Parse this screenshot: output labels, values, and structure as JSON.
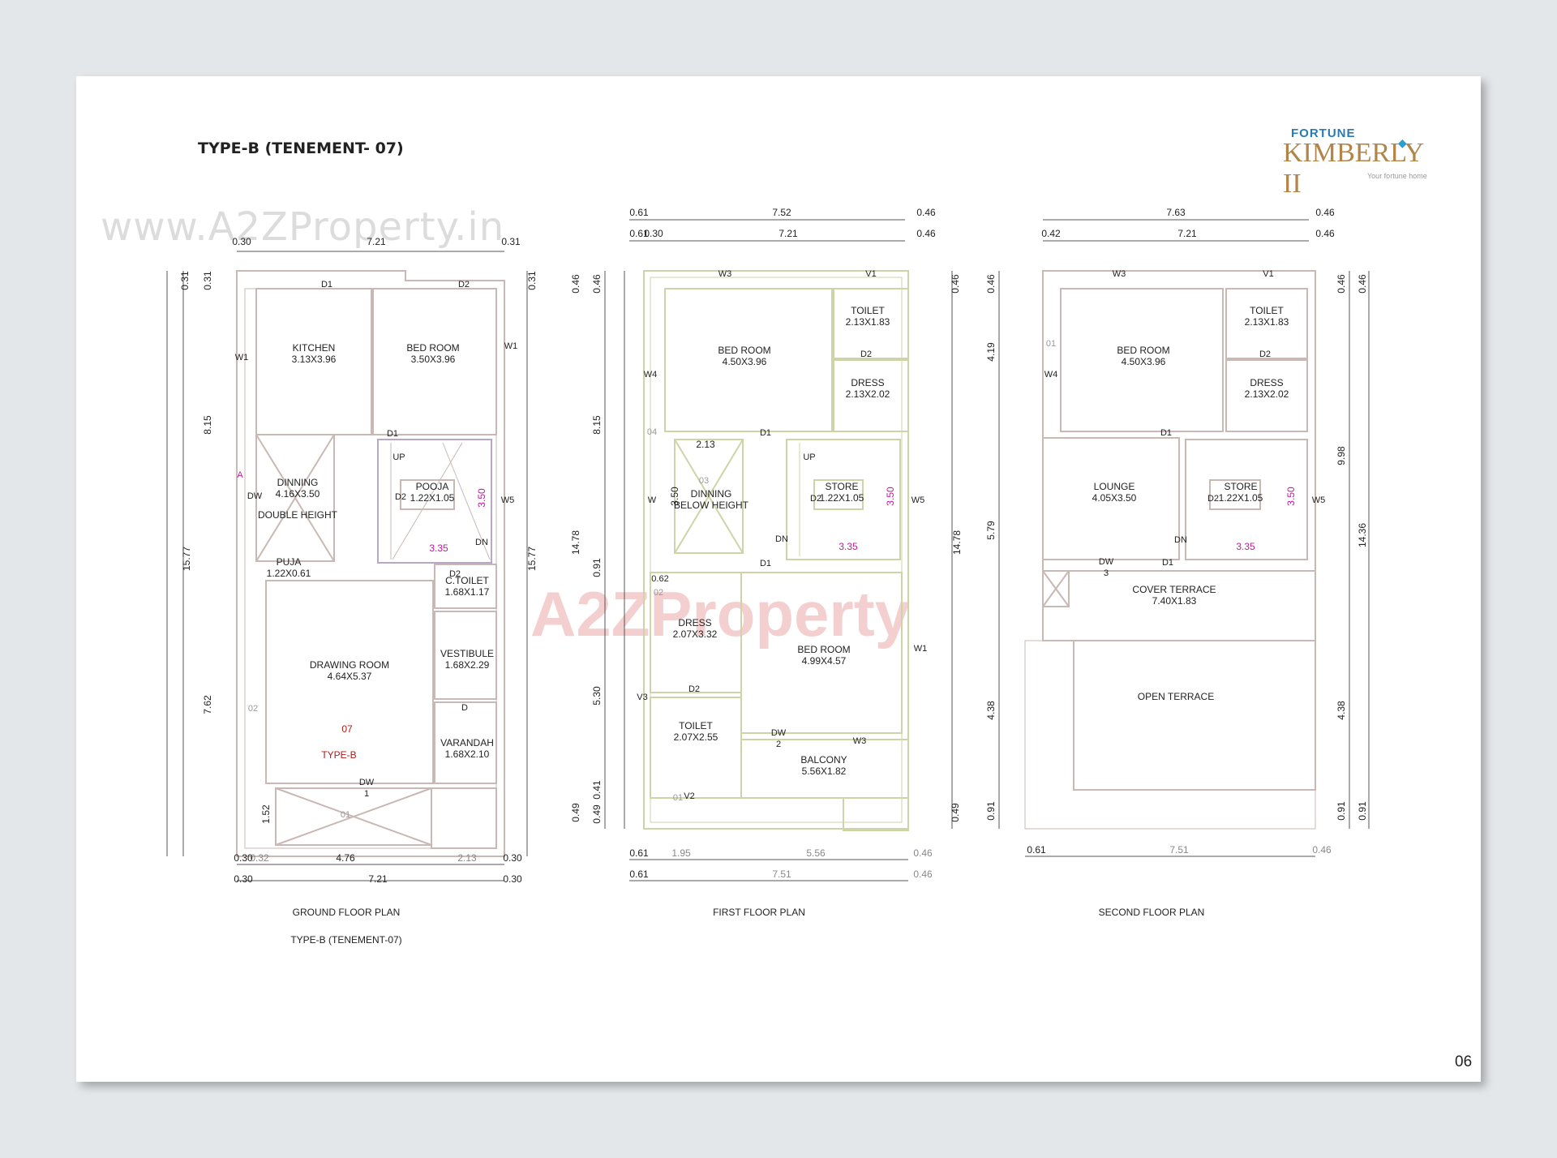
{
  "page": {
    "title": "TYPE-B (TENEMENT- 07)",
    "watermark_url": "www.A2ZProperty.in",
    "watermark_brand": "A2ZProperty",
    "page_number": "06"
  },
  "logo": {
    "brand_top": "FORTUNE",
    "brand_main": "KIMBERLY",
    "brand_suffix": "II",
    "tagline": "Your fortune home"
  },
  "colors": {
    "page_bg": "#ffffff",
    "backdrop": "#e4e7ea",
    "wall": "#c9b8b4",
    "first_floor_wall": "#cfd3a8",
    "dimension_line": "#555555",
    "magenta_dim": "#c2189b",
    "red_label": "#b01a1a"
  },
  "plans": {
    "ground": {
      "label": "GROUND FLOOR PLAN",
      "sublabel": "TYPE-B (TENEMENT-07)",
      "top_dims": [
        "0.30",
        "7.21",
        "0.31"
      ],
      "bottom_dims_1": [
        "0.30",
        "0.32",
        "4.76",
        "2.13",
        "0.30"
      ],
      "bottom_dims_2": [
        "0.30",
        "7.21",
        "0.30"
      ],
      "left_dims": [
        "0.31",
        "0.31",
        "8.15",
        "15.77",
        "7.62",
        "1.52"
      ],
      "right_dims": [
        "0.31",
        "15.77"
      ],
      "rooms": [
        {
          "name": "KITCHEN",
          "size": "3.13X3.96"
        },
        {
          "name": "BED ROOM",
          "size": "3.50X3.96"
        },
        {
          "name": "DINNING",
          "size": "4.16X3.50",
          "note": "DOUBLE HEIGHT"
        },
        {
          "name": "POOJA",
          "size": "1.22X1.05"
        },
        {
          "name": "PUJA",
          "size": "1.22X0.61"
        },
        {
          "name": "C.TOILET",
          "size": "1.68X1.17"
        },
        {
          "name": "DRAWING ROOM",
          "size": "4.64X5.37"
        },
        {
          "name": "VESTIBULE",
          "size": "1.68X2.29"
        },
        {
          "name": "VARANDAH",
          "size": "1.68X2.10"
        }
      ],
      "tags": [
        "D1",
        "D2",
        "W1",
        "W1",
        "D1",
        "D2",
        "W5",
        "DW",
        "UP",
        "DN",
        "D2",
        "D",
        "DW",
        "1",
        "01",
        "02",
        "A"
      ],
      "stair_dims": [
        "3.50",
        "3.35"
      ],
      "unit_no": "07",
      "unit_type": "TYPE-B"
    },
    "first": {
      "label": "FIRST FLOOR PLAN",
      "top_dims_1": [
        "0.61",
        "7.52",
        "0.46"
      ],
      "top_dims_2": [
        "0.61",
        "0.30",
        "7.21",
        "0.46"
      ],
      "bottom_dims_1": [
        "0.61",
        "1.95",
        "5.56",
        "0.46"
      ],
      "bottom_dims_2": [
        "0.61",
        "7.51",
        "0.46"
      ],
      "left_dims": [
        "0.46",
        "0.46",
        "8.15",
        "14.78",
        "0.91",
        "5.30",
        "0.49",
        "0.49",
        "0.41"
      ],
      "right_dims": [
        "0.46",
        "14.78",
        "0.49"
      ],
      "rooms": [
        {
          "name": "BED ROOM",
          "size": "4.50X3.96"
        },
        {
          "name": "TOILET",
          "size": "2.13X1.83"
        },
        {
          "name": "DRESS",
          "size": "2.13X2.02"
        },
        {
          "name": "DINNING",
          "size": "BELOW HEIGHT"
        },
        {
          "name": "STORE",
          "size": "1.22X1.05"
        },
        {
          "name": "DRESS",
          "size": "2.07X3.32"
        },
        {
          "name": "BED ROOM",
          "size": "4.99X4.57"
        },
        {
          "name": "TOILET",
          "size": "2.07X2.55"
        },
        {
          "name": "BALCONY",
          "size": "5.56X1.82"
        }
      ],
      "tags": [
        "W3",
        "V1",
        "D2",
        "W4",
        "D1",
        "04",
        "W",
        "03",
        "UP",
        "D2",
        "W5",
        "DN",
        "D1",
        "0.62",
        "02",
        "W1",
        "V3",
        "D2",
        "DW",
        "2",
        "W3",
        "01",
        "V2"
      ],
      "inner_dims": [
        "2.13",
        "3.50",
        "3.50",
        "3.35"
      ]
    },
    "second": {
      "label": "SECOND FLOOR PLAN",
      "top_dims_1": [
        "7.63",
        "0.46"
      ],
      "top_dims_2": [
        "0.42",
        "7.21",
        "0.46"
      ],
      "bottom_dims": [
        "0.61",
        "7.51",
        "0.46"
      ],
      "left_dims": [
        "0.46",
        "4.19",
        "5.79",
        "4.38",
        "0.91"
      ],
      "right_dims": [
        "0.46",
        "0.46",
        "9.98",
        "14.36",
        "4.38",
        "0.91",
        "0.91"
      ],
      "rooms": [
        {
          "name": "BED ROOM",
          "size": "4.50X3.96"
        },
        {
          "name": "TOILET",
          "size": "2.13X1.83"
        },
        {
          "name": "DRESS",
          "size": "2.13X2.02"
        },
        {
          "name": "LOUNGE",
          "size": "4.05X3.50"
        },
        {
          "name": "STORE",
          "size": "1.22X1.05"
        },
        {
          "name": "COVER TERRACE",
          "size": "7.40X1.83"
        },
        {
          "name": "OPEN TERRACE",
          "size": ""
        }
      ],
      "tags": [
        "W3",
        "V1",
        "01",
        "W4",
        "D2",
        "D1",
        "D2",
        "W5",
        "DN",
        "DW",
        "3",
        "D1"
      ],
      "inner_dims": [
        "3.50",
        "3.35"
      ]
    }
  }
}
